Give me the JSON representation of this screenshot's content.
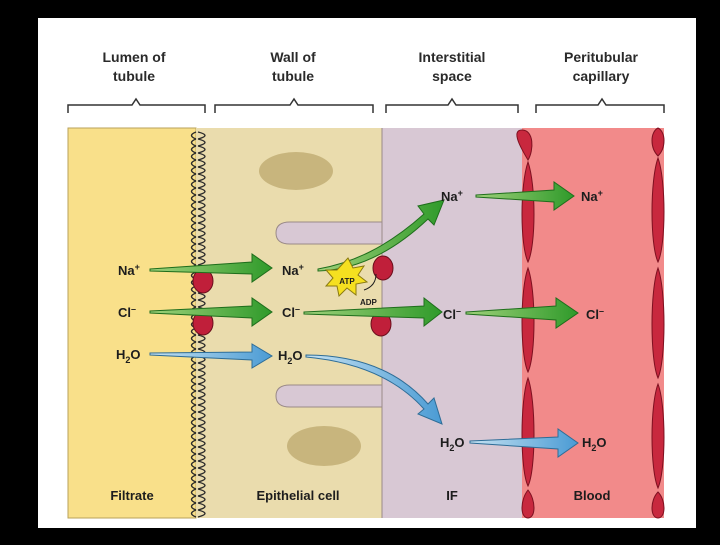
{
  "headers": {
    "lumen": [
      "Lumen of",
      "tubule"
    ],
    "wall": [
      "Wall of",
      "tubule"
    ],
    "interstitial": [
      "Interstitial",
      "space"
    ],
    "capillary": [
      "Peritubular",
      "capillary"
    ]
  },
  "footers": {
    "filtrate": "Filtrate",
    "epithelial": "Epithelial cell",
    "if": "IF",
    "blood": "Blood"
  },
  "ions": {
    "na_base": "Na",
    "plus": "+",
    "cl_base": "Cl",
    "minus": "–",
    "h": "H",
    "two": "2",
    "o": "O"
  },
  "pump": {
    "atp": "ATP",
    "adp": "ADP"
  },
  "colors": {
    "filtrate": "#f9e08a",
    "cell": "#eadcad",
    "nucleus": "#c8b57d",
    "interstitial": "#d8c8d4",
    "blood": "#f28a8a",
    "vessel_wall": "#c8283e",
    "green_arrow": "#3fa535",
    "blue_arrow": "#5aa7d8",
    "atp_star": "#f5e020"
  }
}
